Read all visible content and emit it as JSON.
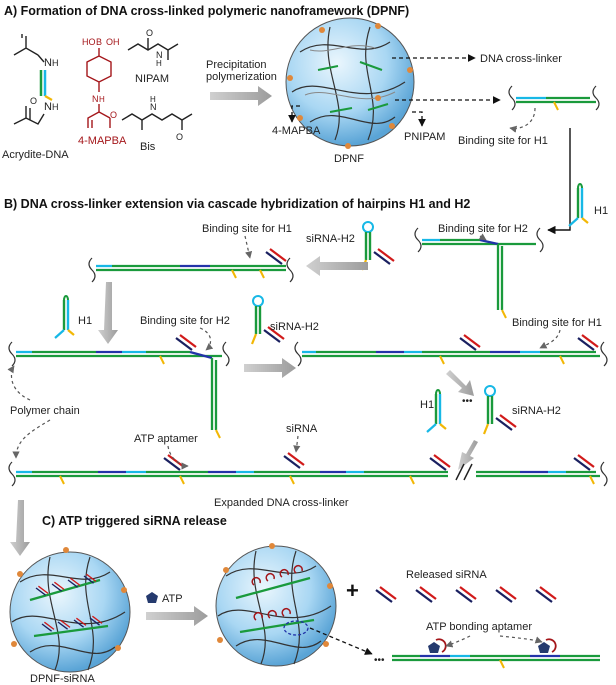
{
  "sections": {
    "a": "A) Formation of DNA cross-linked polymeric nanoframework (DPNF)",
    "b": "B) DNA cross-linker extension via cascade hybridization of hairpins H1 and H2",
    "c": "C) ATP triggered siRNA release"
  },
  "labels": {
    "acrydite": "Acrydite-DNA",
    "mapba_mol": "4-MAPBA",
    "nipam": "NIPAM",
    "bis": "Bis",
    "precip_1": "Precipitation",
    "precip_2": "polymerization",
    "dna_crosslinker": "DNA cross-linker",
    "mapba_out": "4-MAPBA",
    "dpnf": "DPNF",
    "pnipam": "PNIPAM",
    "binding_h1_a": "Binding site for H1",
    "h1_b1": "H1",
    "binding_h2_b1": "Binding site for H2",
    "binding_h1_b": "Binding site for H1",
    "sirna_h2_b1": "siRNA-H2",
    "h1_b2": "H1",
    "binding_h2_b2": "Binding site for H2",
    "sirna_h2_b2": "siRNA-H2",
    "binding_h1_c": "Binding site for H1",
    "polymer_chain": "Polymer chain",
    "h1_b3": "H1",
    "sirna_h2_b3": "siRNA-H2",
    "sirna": "siRNA",
    "atp_aptamer": "ATP aptamer",
    "expanded": "Expanded DNA cross-linker",
    "atp": "ATP",
    "released": "Released siRNA",
    "plus": "+",
    "atp_bonding": "ATP bonding aptamer",
    "dpnf_sirna": "DPNF-siRNA",
    "boron": "B",
    "ho": "HO",
    "oh": "OH",
    "nh1": "N",
    "h1x": "H",
    "nh2": "N",
    "h2x": "H",
    "nh3": "N",
    "h3x": "H",
    "nh4": "N",
    "h4x": "H",
    "nh5": "N",
    "h5x": "H",
    "o1": "O",
    "o2": "O",
    "o3": "O",
    "o4": "O",
    "dots_right": "•••",
    "dots_left": "•••"
  },
  "colors": {
    "dna_green": "#1a9a3c",
    "dna_blue": "#2233a8",
    "dna_cyan": "#17b8e6",
    "dna_yellow": "#f2b705",
    "sirna_red": "#d11a1a",
    "sirna_navy": "#1a2060",
    "particle_orange": "#e0883a",
    "arrow_gray": "#a6a6a6",
    "chem_red": "#a4161a",
    "atp_navy": "#253a6e"
  },
  "icons": [
    "dna-duplex",
    "hairpin-h1",
    "hairpin-h2",
    "sirna-duplex",
    "atp-pentagon",
    "nanoparticle-sphere"
  ]
}
